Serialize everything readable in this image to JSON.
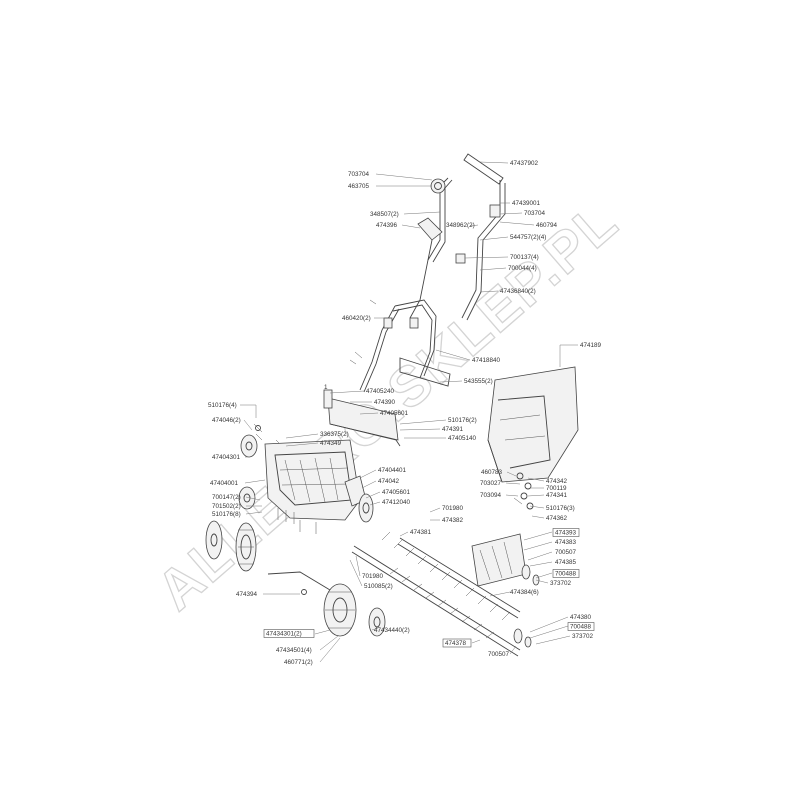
{
  "watermark": "ALLEGRO.SKLEP.PL",
  "labels": [
    {
      "text": "47437902"
    },
    {
      "text": "703704"
    },
    {
      "text": "463705"
    },
    {
      "text": "47439001"
    },
    {
      "text": "348507(2)"
    },
    {
      "text": "703704"
    },
    {
      "text": "474396"
    },
    {
      "text": "348962(2)"
    },
    {
      "text": "460794"
    },
    {
      "text": "544757(2)(4)"
    },
    {
      "text": "700137(4)"
    },
    {
      "text": "700044(4)"
    },
    {
      "text": "47436840(2)"
    },
    {
      "text": "460420(2)"
    },
    {
      "text": "474189"
    },
    {
      "text": "47418840"
    },
    {
      "text": "543555(2)"
    },
    {
      "text": "1"
    },
    {
      "text": "47405240"
    },
    {
      "text": "474390"
    },
    {
      "text": "47405601"
    },
    {
      "text": "510176(4)"
    },
    {
      "text": "510176(2)"
    },
    {
      "text": "474046(2)"
    },
    {
      "text": "474391"
    },
    {
      "text": "336375(2)"
    },
    {
      "text": "474349"
    },
    {
      "text": "47405140"
    },
    {
      "text": "47404301"
    },
    {
      "text": "47404401"
    },
    {
      "text": "474042"
    },
    {
      "text": "47404001"
    },
    {
      "text": "47405601"
    },
    {
      "text": "700147(2)"
    },
    {
      "text": "701502(2)"
    },
    {
      "text": "47412040"
    },
    {
      "text": "510176(8)"
    },
    {
      "text": "460783"
    },
    {
      "text": "474342"
    },
    {
      "text": "703027"
    },
    {
      "text": "700119"
    },
    {
      "text": "703094"
    },
    {
      "text": "474341"
    },
    {
      "text": "510176(3)"
    },
    {
      "text": "474362"
    },
    {
      "text": "701980"
    },
    {
      "text": "474382"
    },
    {
      "text": "474381"
    },
    {
      "text": "474393",
      "boxed": true
    },
    {
      "text": "474383"
    },
    {
      "text": "700507"
    },
    {
      "text": "474385"
    },
    {
      "text": "700488",
      "boxed": true
    },
    {
      "text": "373702"
    },
    {
      "text": "701980"
    },
    {
      "text": "510085(2)"
    },
    {
      "text": "474394"
    },
    {
      "text": "474384(6)"
    },
    {
      "text": "474380"
    },
    {
      "text": "700488",
      "boxed": true
    },
    {
      "text": "47434301(2)",
      "boxed": true
    },
    {
      "text": "47434440(2)"
    },
    {
      "text": "373702"
    },
    {
      "text": "474378",
      "boxed": true
    },
    {
      "text": "47434501(4)"
    },
    {
      "text": "700507"
    },
    {
      "text": "460771(2)"
    }
  ]
}
